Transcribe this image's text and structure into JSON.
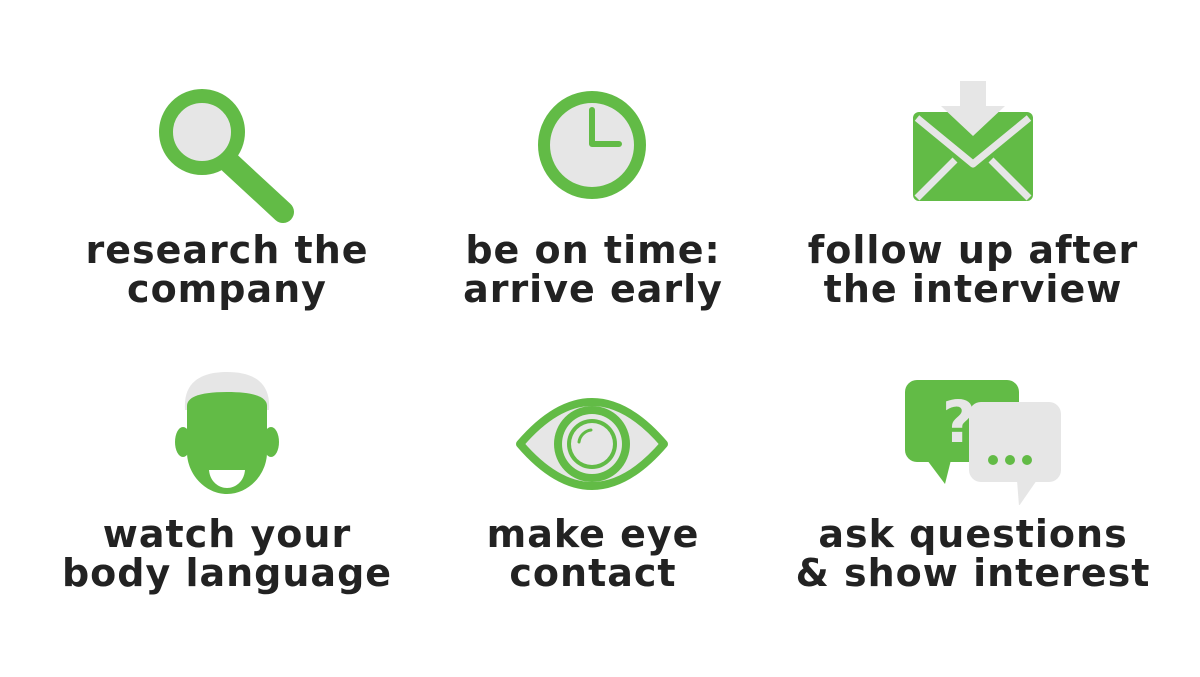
{
  "colors": {
    "accent": "#62bb46",
    "neutral": "#e6e6e6",
    "text": "#222222",
    "background": "#ffffff"
  },
  "tips": [
    {
      "icon": "magnifying-glass-icon",
      "line1": "research the",
      "line2": "company"
    },
    {
      "icon": "clock-icon",
      "line1": "be on time:",
      "line2": "arrive early"
    },
    {
      "icon": "envelope-download-icon",
      "line1": "follow up after",
      "line2": "the interview"
    },
    {
      "icon": "head-face-icon",
      "line1": "watch your",
      "line2": "body language"
    },
    {
      "icon": "eye-icon",
      "line1": "make eye",
      "line2": "contact"
    },
    {
      "icon": "speech-bubbles-icon",
      "line1": "ask questions",
      "line2": "& show interest"
    }
  ]
}
